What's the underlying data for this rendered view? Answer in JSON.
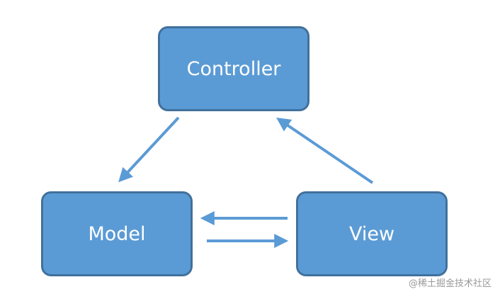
{
  "nodes": {
    "controller": "Controller",
    "model": "Model",
    "view": "View"
  },
  "arrows": [
    {
      "from": "Controller",
      "to": "Model"
    },
    {
      "from": "View",
      "to": "Controller"
    },
    {
      "from": "View",
      "to": "Model"
    },
    {
      "from": "Model",
      "to": "View"
    }
  ],
  "colors": {
    "node_fill": "#5b9bd5",
    "node_border": "#41719c",
    "arrow": "#5b9bd5"
  },
  "watermark": "@稀土掘金技术社区"
}
